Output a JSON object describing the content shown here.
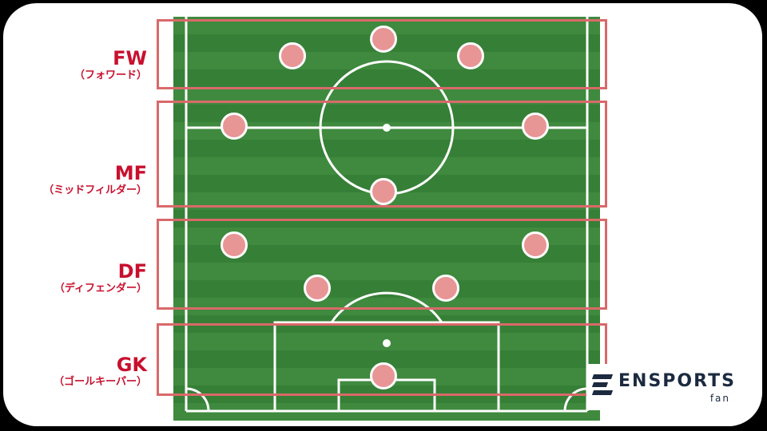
{
  "positions": [
    {
      "code": "FW",
      "name": "（フォワード）",
      "color": "#c8102e"
    },
    {
      "code": "MF",
      "name": "（ミッドフィルダー）",
      "color": "#c8102e"
    },
    {
      "code": "DF",
      "name": "（ディフェンダー）",
      "color": "#c8102e"
    },
    {
      "code": "GK",
      "name": "（ゴールキーパー）",
      "color": "#c8102e"
    }
  ],
  "colors": {
    "pitch_dark": "#367f37",
    "pitch_light": "#3f8a3e",
    "zone_border": "#d9696a",
    "player_fill": "#e89596"
  },
  "logo": {
    "brand": "ENSPORTS",
    "sub": "fan"
  }
}
